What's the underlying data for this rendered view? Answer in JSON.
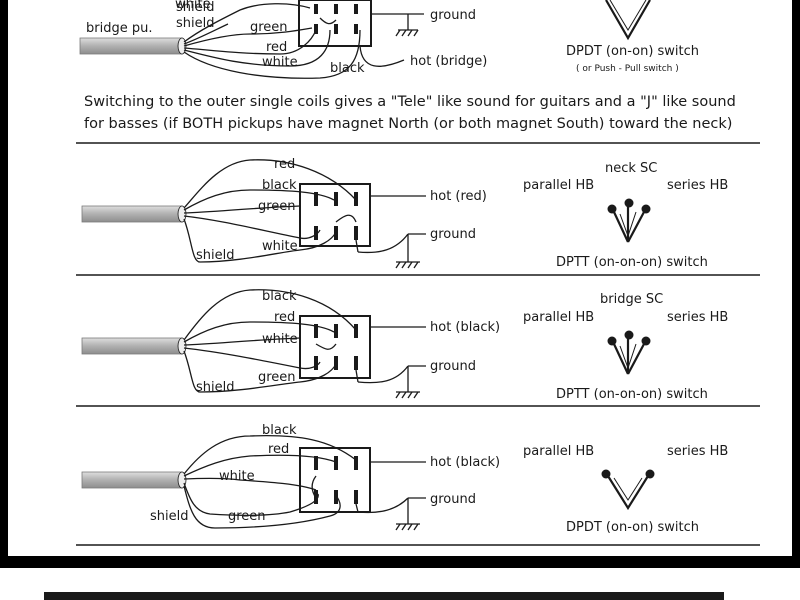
{
  "section1": {
    "labels": {
      "white_top": "white",
      "shield_1": "shield",
      "shield_2": "shield",
      "bridge_pu": "bridge pu.",
      "green": "green",
      "red": "red",
      "white": "white",
      "black": "black",
      "ground": "ground",
      "hot": "hot (bridge)"
    },
    "switch": {
      "name": "DPDT (on-on) switch",
      "note": "( or Push - Pull switch )"
    }
  },
  "paragraph": {
    "line1": "Switching to the outer single coils gives a \"Tele\" like sound for guitars and a \"J\" like sound",
    "line2": "for basses (if BOTH pickups have magnet North (or both magnet South) toward the neck)"
  },
  "section2": {
    "labels": {
      "red": "red",
      "black": "black",
      "green": "green",
      "white": "white",
      "shield": "shield",
      "hot": "hot (red)",
      "ground": "ground"
    },
    "switch": {
      "center": "neck SC",
      "left": "parallel HB",
      "right": "series HB",
      "name": "DPTT (on-on-on) switch"
    }
  },
  "section3": {
    "labels": {
      "black": "black",
      "red": "red",
      "white": "white",
      "green": "green",
      "shield": "shield",
      "hot": "hot (black)",
      "ground": "ground"
    },
    "switch": {
      "center": "bridge SC",
      "left": "parallel HB",
      "right": "series HB",
      "name": "DPTT (on-on-on) switch"
    }
  },
  "section4": {
    "labels": {
      "black": "black",
      "red": "red",
      "white": "white",
      "green": "green",
      "shield": "shield",
      "hot": "hot (black)",
      "ground": "ground"
    },
    "switch": {
      "left": "parallel HB",
      "right": "series HB",
      "name": "DPDT (on-on) switch"
    }
  },
  "colors": {
    "ink": "#1a1a1a",
    "cable": "#b3b3b3",
    "background": "#ffffff",
    "frame": "#000000"
  }
}
